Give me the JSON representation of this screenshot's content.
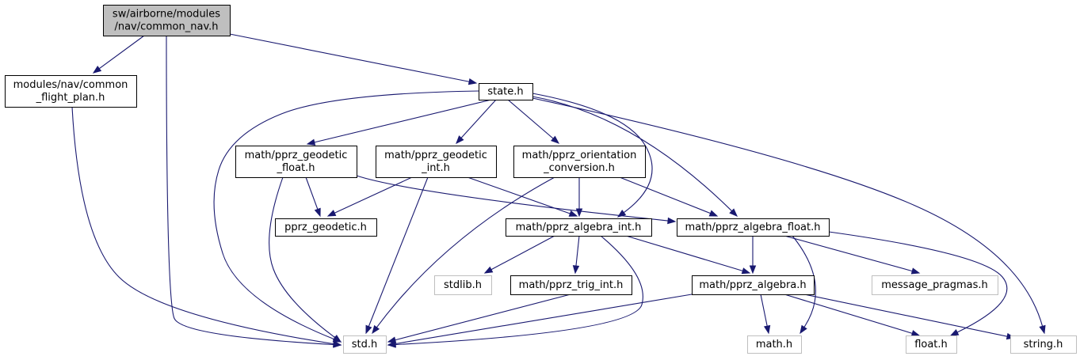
{
  "title": "Include dependency graph for common_nav.h",
  "colors": {
    "edge": "#191970",
    "root_fill": "#bfbfbf",
    "node_border": "#000000",
    "external_border": "#bfbfbf",
    "node_fill": "#ffffff"
  },
  "nodes": [
    {
      "id": "common_nav",
      "lines": [
        "sw/airborne/modules",
        "/nav/common_nav.h"
      ],
      "kind": "root"
    },
    {
      "id": "common_flight_plan",
      "lines": [
        "modules/nav/common",
        "_flight_plan.h"
      ],
      "kind": "normal"
    },
    {
      "id": "state",
      "lines": [
        "state.h"
      ],
      "kind": "normal"
    },
    {
      "id": "pprz_geodetic_float",
      "lines": [
        "math/pprz_geodetic",
        "_float.h"
      ],
      "kind": "normal"
    },
    {
      "id": "pprz_geodetic_int",
      "lines": [
        "math/pprz_geodetic",
        "_int.h"
      ],
      "kind": "normal"
    },
    {
      "id": "pprz_orientation_conversion",
      "lines": [
        "math/pprz_orientation",
        "_conversion.h"
      ],
      "kind": "normal"
    },
    {
      "id": "pprz_geodetic",
      "lines": [
        "pprz_geodetic.h"
      ],
      "kind": "normal"
    },
    {
      "id": "pprz_algebra_int",
      "lines": [
        "math/pprz_algebra_int.h"
      ],
      "kind": "normal"
    },
    {
      "id": "pprz_algebra_float",
      "lines": [
        "math/pprz_algebra_float.h"
      ],
      "kind": "normal"
    },
    {
      "id": "stdlib",
      "lines": [
        "stdlib.h"
      ],
      "kind": "external"
    },
    {
      "id": "pprz_trig_int",
      "lines": [
        "math/pprz_trig_int.h"
      ],
      "kind": "normal"
    },
    {
      "id": "pprz_algebra",
      "lines": [
        "math/pprz_algebra.h"
      ],
      "kind": "normal"
    },
    {
      "id": "message_pragmas",
      "lines": [
        "message_pragmas.h"
      ],
      "kind": "external"
    },
    {
      "id": "std",
      "lines": [
        "std.h"
      ],
      "kind": "external"
    },
    {
      "id": "math",
      "lines": [
        "math.h"
      ],
      "kind": "external"
    },
    {
      "id": "float",
      "lines": [
        "float.h"
      ],
      "kind": "external"
    },
    {
      "id": "string",
      "lines": [
        "string.h"
      ],
      "kind": "external"
    }
  ],
  "edges": [
    {
      "from": "common_nav",
      "to": "common_flight_plan"
    },
    {
      "from": "common_nav",
      "to": "std"
    },
    {
      "from": "common_nav",
      "to": "state"
    },
    {
      "from": "common_flight_plan",
      "to": "std"
    },
    {
      "from": "state",
      "to": "std"
    },
    {
      "from": "state",
      "to": "pprz_geodetic_float"
    },
    {
      "from": "state",
      "to": "pprz_geodetic_int"
    },
    {
      "from": "state",
      "to": "pprz_orientation_conversion"
    },
    {
      "from": "state",
      "to": "pprz_algebra_int"
    },
    {
      "from": "state",
      "to": "pprz_algebra_float"
    },
    {
      "from": "state",
      "to": "string"
    },
    {
      "from": "pprz_geodetic_float",
      "to": "pprz_geodetic"
    },
    {
      "from": "pprz_geodetic_float",
      "to": "std"
    },
    {
      "from": "pprz_geodetic_float",
      "to": "pprz_algebra_float"
    },
    {
      "from": "pprz_geodetic_int",
      "to": "pprz_geodetic"
    },
    {
      "from": "pprz_geodetic_int",
      "to": "std"
    },
    {
      "from": "pprz_geodetic_int",
      "to": "pprz_algebra_int"
    },
    {
      "from": "pprz_orientation_conversion",
      "to": "std"
    },
    {
      "from": "pprz_orientation_conversion",
      "to": "pprz_algebra_int"
    },
    {
      "from": "pprz_orientation_conversion",
      "to": "pprz_algebra_float"
    },
    {
      "from": "pprz_algebra_int",
      "to": "stdlib"
    },
    {
      "from": "pprz_algebra_int",
      "to": "pprz_trig_int"
    },
    {
      "from": "pprz_algebra_int",
      "to": "pprz_algebra"
    },
    {
      "from": "pprz_algebra_int",
      "to": "std"
    },
    {
      "from": "pprz_algebra_float",
      "to": "pprz_algebra"
    },
    {
      "from": "pprz_algebra_float",
      "to": "message_pragmas"
    },
    {
      "from": "pprz_algebra_float",
      "to": "math"
    },
    {
      "from": "pprz_algebra_float",
      "to": "float"
    },
    {
      "from": "pprz_trig_int",
      "to": "std"
    },
    {
      "from": "pprz_algebra",
      "to": "std"
    },
    {
      "from": "pprz_algebra",
      "to": "math"
    },
    {
      "from": "pprz_algebra",
      "to": "float"
    },
    {
      "from": "pprz_algebra",
      "to": "string"
    }
  ]
}
